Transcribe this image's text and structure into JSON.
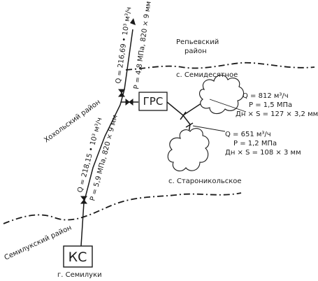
{
  "regions": {
    "repyovsky": [
      "Репьевский",
      "район"
    ],
    "khokholsky": "Хохольский район",
    "semiluksky": "Семилукский район"
  },
  "settlements": {
    "semidesyatnoe": "с. Семидесятное",
    "staronikolskoe": "с. Староникольское",
    "semiluki": "г. Семилуки"
  },
  "stations": {
    "grs": "ГРС",
    "ks": "КС"
  },
  "pipeline_upper": {
    "flow": "Q = 216,69 • 10³ м³/ч",
    "params": "P = 4,8 МПа, 820 × 9 мм"
  },
  "pipeline_lower": {
    "flow": "Q = 218,15 • 10³ м³/ч",
    "params": "P = 5,9 МПа, 820 × 9 мм"
  },
  "branch_upper": {
    "flow": "Q = 812 м³/ч",
    "pressure": "P = 1,5 МПа",
    "size": "Дн × S = 127 × 3,2 мм"
  },
  "branch_lower": {
    "flow": "Q = 651 м³/ч",
    "pressure": "P = 1,2 МПа",
    "size": "Дн × S = 108 × 3 мм"
  }
}
